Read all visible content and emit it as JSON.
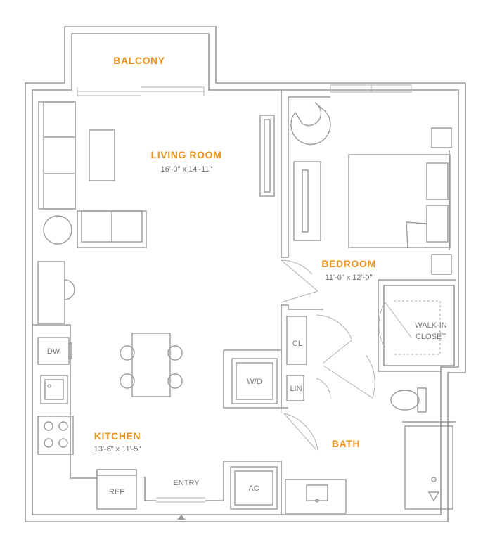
{
  "accent_color": "#E8931F",
  "rooms": {
    "balcony": {
      "name": "BALCONY"
    },
    "living": {
      "name": "LIVING ROOM",
      "dims": "16'-0\" x 14'-11\""
    },
    "bedroom": {
      "name": "BEDROOM",
      "dims": "11'-0\" x 12'-0\""
    },
    "kitchen": {
      "name": "KITCHEN",
      "dims": "13'-6\" x 11'-5\""
    },
    "bath": {
      "name": "BATH"
    },
    "entry": {
      "name": "ENTRY"
    }
  },
  "fixtures": {
    "dishwasher": "DW",
    "refrigerator": "REF",
    "washer_dryer": "W/D",
    "closet": "CL",
    "linen": "LIN",
    "air_conditioner": "AC",
    "walk_in_closet_line1": "WALK-IN",
    "walk_in_closet_line2": "CLOSET"
  }
}
